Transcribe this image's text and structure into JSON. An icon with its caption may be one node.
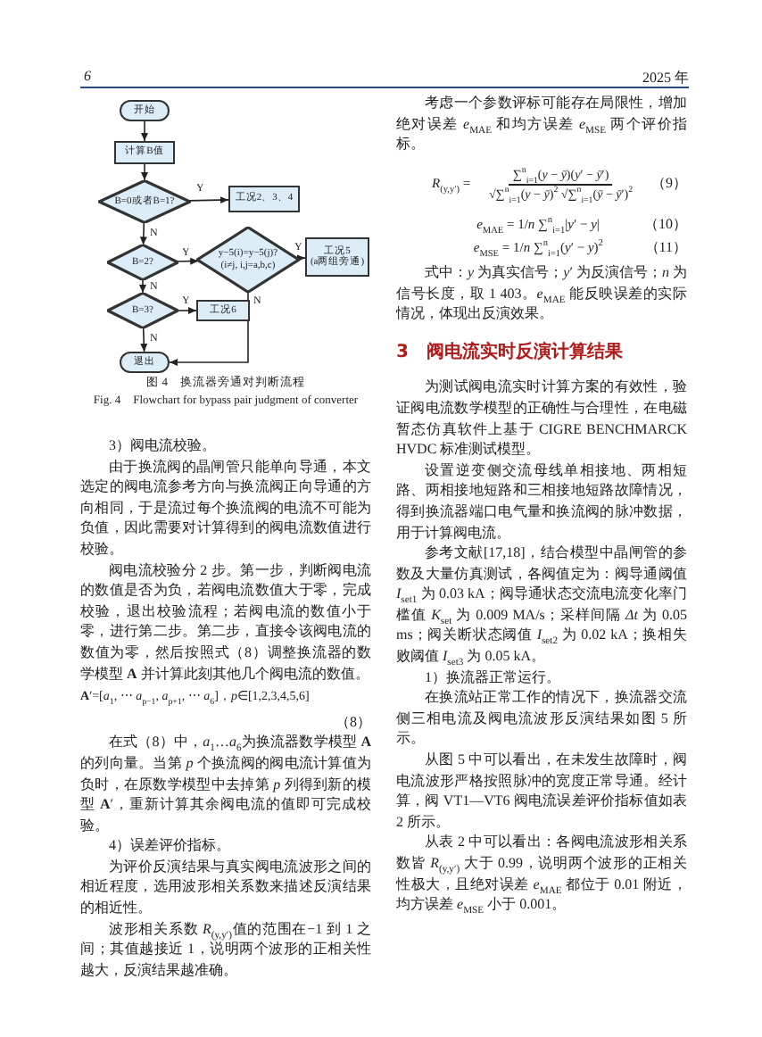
{
  "diagram": {
    "nodes": [
      {
        "text": [
          "开始"
        ]
      },
      {
        "text": [
          "计算B值"
        ]
      },
      {
        "text": [
          "B=0或者B=1?"
        ]
      },
      {
        "text": [
          "工况2、3、4"
        ]
      },
      {
        "text": [
          "B=2?"
        ]
      },
      {
        "text": [
          "y−5(i)=y−5(j)?",
          "(i≠j, i,j=a,b,c)"
        ]
      },
      {
        "text": [
          "工况5",
          "(a两组旁通)"
        ]
      },
      {
        "text": [
          "B=3?"
        ]
      },
      {
        "text": [
          "工况6"
        ]
      },
      {
        "text": [
          "退出"
        ]
      }
    ],
    "edges": [
      {
        "from": 0,
        "to": 1,
        "arrow": "to"
      },
      {
        "from": 1,
        "to": 2,
        "arrow": "to"
      },
      {
        "from": 2,
        "to": 3,
        "arrow": "to",
        "label": "Y"
      },
      {
        "from": 2,
        "to": 4,
        "arrow": "to",
        "label": "N"
      },
      {
        "from": 4,
        "to": 5,
        "arrow": "to",
        "label": "Y"
      },
      {
        "from": 5,
        "to": 6,
        "arrow": "to",
        "label": "Y"
      },
      {
        "from": 4,
        "to": 7,
        "arrow": "to",
        "label": "N"
      },
      {
        "from": 7,
        "to": 8,
        "arrow": "to",
        "label": "Y"
      },
      {
        "from": 7,
        "to": 9,
        "arrow": "to",
        "label": "N"
      },
      {
        "from": 5,
        "to": 9,
        "arrow": "to",
        "label": "N"
      }
    ],
    "labels": [
      "6",
      "2025 年",
      "图 4　换流器旁通对判断流程",
      "Fig. 4　Flowchart for bypass pair judgment of converter",
      "3）阀电流校验。",
      "由于换流阀的晶闸管只能单向导通，本文选定的阀电流参考方向与换流阀正向导通的方向相同，于是流过每个换流阀的电流不可能为负值，因此需要对计算得到的阀电流数值进行校验。",
      "阀电流校验分 2 步。第一步，判断阀电流的数值是否为负，若阀电流数值大于零，完成校验，退出校验流程；若阀电流的数值小于零，进行第二步。第二步，直接令该阀电流的数值为零，然后按照式（8）调整换流器的数学模型 **A** 并计算此刻其他几个阀电流的数值。",
      "**A**′=[*a*$_{1}$, ⋯ *a*$_{p−1}$, *a*$_{p+1}$, ⋯ *a*$_{6}$]，*p*∈[1,2,3,4,5,6]",
      "（8）",
      "在式（8）中，*a*$_{1}$…*a*$_{6}$为换流器数学模型 **A** 的列向量。当第 *p* 个换流阀的阀电流计算值为负时，在原数学模型中去掉第 *p* 列得到新的模型 **A**′，重新计算其余阀电流的值即可完成校验。",
      "4）误差评价指标。",
      "为评价反演结果与真实阀电流波形之间的相近程度，选用波形相关系数来描述反演结果的相近性。",
      "波形相关系数 *R*$_{(y,y′)}$值的范围在−1 到 1 之间；其值越接近 1，说明两个波形的正相关性越大，反演结果越准确。",
      "考虑一个参数评标可能存在局限性，增加绝对误差 *e*$_{MAE}$ 和均方误差 *e*$_{MSE}$ 两个评价指标。",
      "*R*$_{(y,y′)}$ =",
      "∑$^{n}$$_{i=1}$(*y* − *ȳ*)(*y*′ − *ȳ*′)",
      "√∑$^{n}$$_{i=1}$(*y* − *ȳ*)$^{2}$ √∑$^{n}$$_{i=1}$(*ȳ* − *ȳ*′)$^{2}$",
      "（9）",
      "*e*$_{MAE}$ = 1/*n* ∑$^{n}$$_{i=1}$|*y*′ − *y*|",
      "（10）",
      "*e*$_{MSE}$ = 1/*n* ∑$^{n}$$_{i=1}$(*y*′ − *y*)$^{2}$",
      "（11）",
      "式中：*y* 为真实信号；*y*′ 为反演信号；*n* 为信号长度，取 1 403。*e*$_{MAE}$ 能反映误差的实际情况，体现出反演效果。",
      "3　阀电流实时反演计算结果",
      "为测试阀电流实时计算方案的有效性，验证阀电流数学模型的正确性与合理性，在电磁暂态仿真软件上基于 CIGRE BENCHMARCK HVDC 标准测试模型。",
      "设置逆变侧交流母线单相接地、两相短路、两相接地短路和三相接地短路故障情况，得到换流器端口电气量和换流阀的脉冲数据，用于计算阀电流。",
      "参考文献[17,18]，结合模型中晶闸管的参数及大量仿真测试，各阀值定为：阀导通阈值 *I*$_{set1}$ 为 0.03 kA；阀导通状态交流电流变化率门槛值 *K*$_{set}$ 为 0.009 MA/s；采样间隔 *Δt* 为 0.05 ms；阀关断状态阈值 *I*$_{set2}$ 为 0.02 kA；换相失败阈值 *I*$_{set3}$ 为 0.05 kA。",
      "1）换流器正常运行。",
      "在换流站正常工作的情况下，换流器交流侧三相电流及阀电流波形反演结果如图 5 所示。",
      "从图 5 中可以看出，在未发生故障时，阀电流波形严格按照脉冲的宽度正常导通。经计算，阀 VT1—VT6 阀电流误差评价指标值如表 2 所示。",
      "从表 2 中可以看出：各阀电流波形相关系数皆 *R*$_{(y,y′)}$ 大于 0.99，说明两个波形的正相关性极大，且绝对误差 *e*$_{MAE}$ 都位于 0.01 附近，均方误差 *e*$_{MSE}$ 小于 0.001。"
    ]
  }
}
